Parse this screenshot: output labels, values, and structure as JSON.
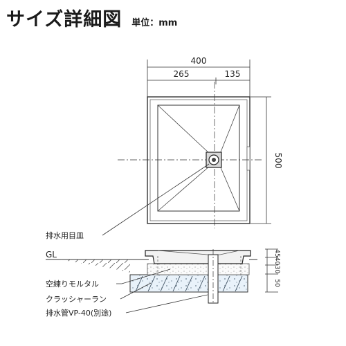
{
  "header": {
    "title": "サイズ詳細図",
    "unit": "単位：mm"
  },
  "plan": {
    "width_total": "400",
    "width_left": "265",
    "width_right": "135",
    "depth_total": "500"
  },
  "section": {
    "ground_label": "GL",
    "dims": [
      "45",
      "40",
      "30",
      "50"
    ]
  },
  "labels": {
    "drain_basin": "排水用目皿",
    "dry_mortar": "空練りモルタル",
    "crusher_run": "クラッシャーラン",
    "drain_pipe": "排水管VP-40(別途)"
  }
}
